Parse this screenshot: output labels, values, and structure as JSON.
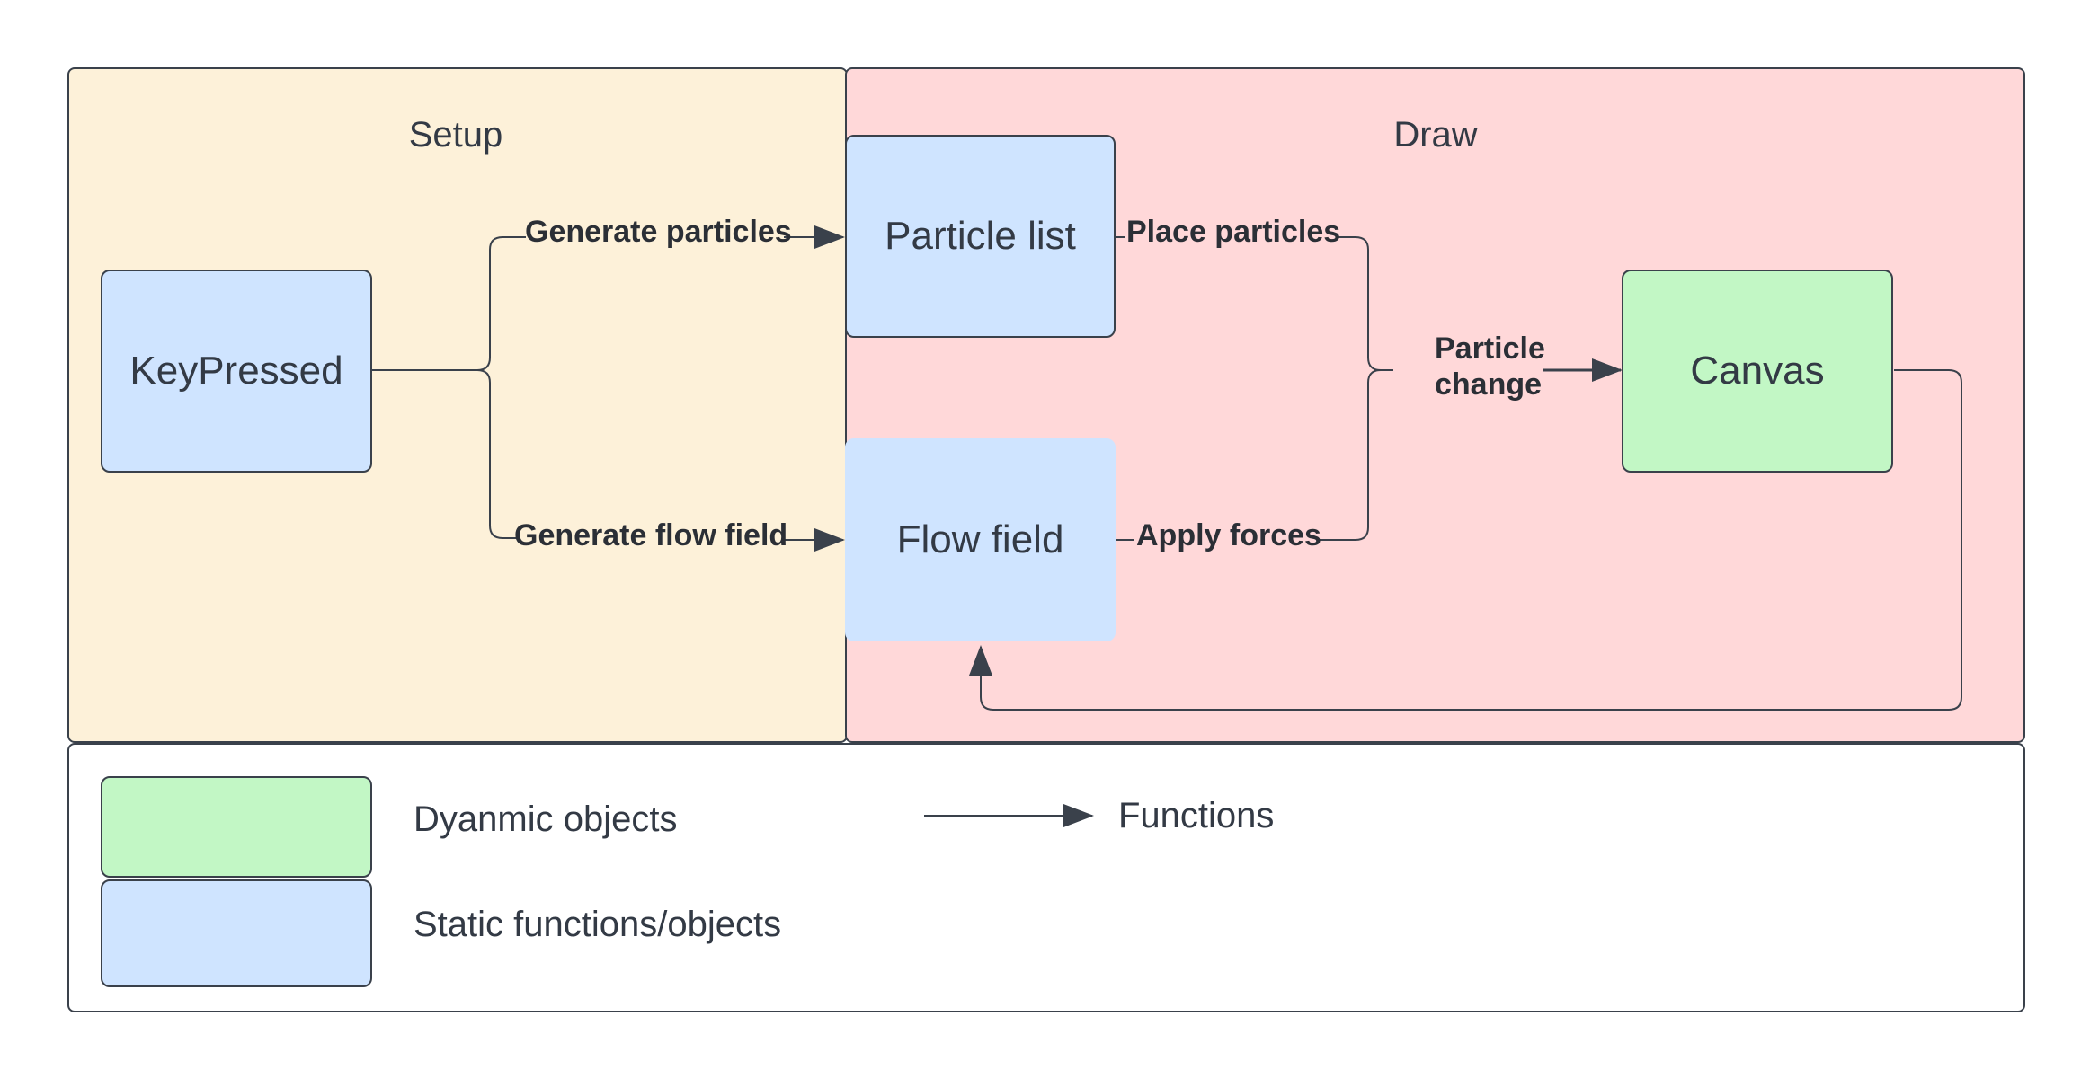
{
  "regions": {
    "setup_title": "Setup",
    "draw_title": "Draw"
  },
  "nodes": {
    "keypressed": "KeyPressed",
    "particle_list": "Particle list",
    "flow_field": "Flow field",
    "canvas": "Canvas"
  },
  "edges": {
    "generate_particles": "Generate particles",
    "generate_flow_field": "Generate flow field",
    "place_particles": "Place particles",
    "apply_forces": "Apply forces",
    "particle_change_line1": "Particle",
    "particle_change_line2": "change"
  },
  "legend": {
    "dynamic": "Dyanmic objects",
    "static": "Static functions/objects",
    "functions": "Functions"
  },
  "colors": {
    "setup_bg": "#fdf1d9",
    "draw_bg": "#ffd8d9",
    "static_fill": "#cfe4ff",
    "dynamic_fill": "#c2f7c5",
    "stroke": "#3a414b"
  }
}
